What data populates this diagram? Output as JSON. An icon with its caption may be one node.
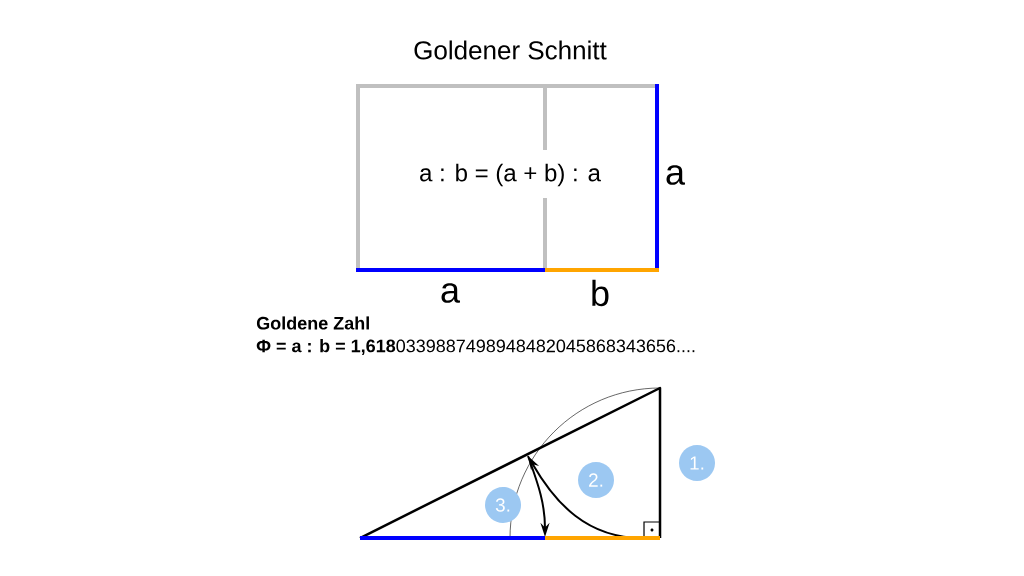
{
  "diagram": {
    "title": "Goldener Schnitt",
    "nodes": [
      {
        "text": [
          "a : b = (a + b) : a"
        ]
      },
      {
        "text": [
          "1."
        ]
      },
      {
        "text": [
          "2."
        ]
      },
      {
        "text": [
          "3."
        ]
      }
    ],
    "labels": [
      "a",
      "a",
      "b",
      "Goldene Zahl",
      "**Φ = a : b = 1,618**0339887498948482045868343656...."
    ]
  }
}
